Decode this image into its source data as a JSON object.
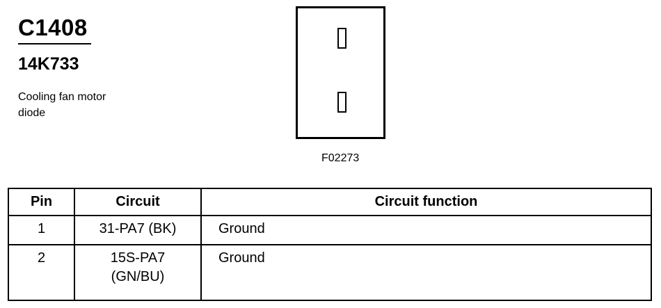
{
  "connector": {
    "id": "C1408",
    "part_number": "14K733",
    "description_lines": [
      "Cooling fan motor",
      "diode"
    ]
  },
  "figure": {
    "code": "F02273"
  },
  "table": {
    "headers": {
      "pin": "Pin",
      "circuit": "Circuit",
      "function": "Circuit function"
    },
    "rows": [
      {
        "pin": "1",
        "circuit_lines": [
          "31-PA7 (BK)"
        ],
        "function": "Ground"
      },
      {
        "pin": "2",
        "circuit_lines": [
          "15S-PA7",
          "(GN/BU)"
        ],
        "function": "Ground"
      }
    ]
  }
}
